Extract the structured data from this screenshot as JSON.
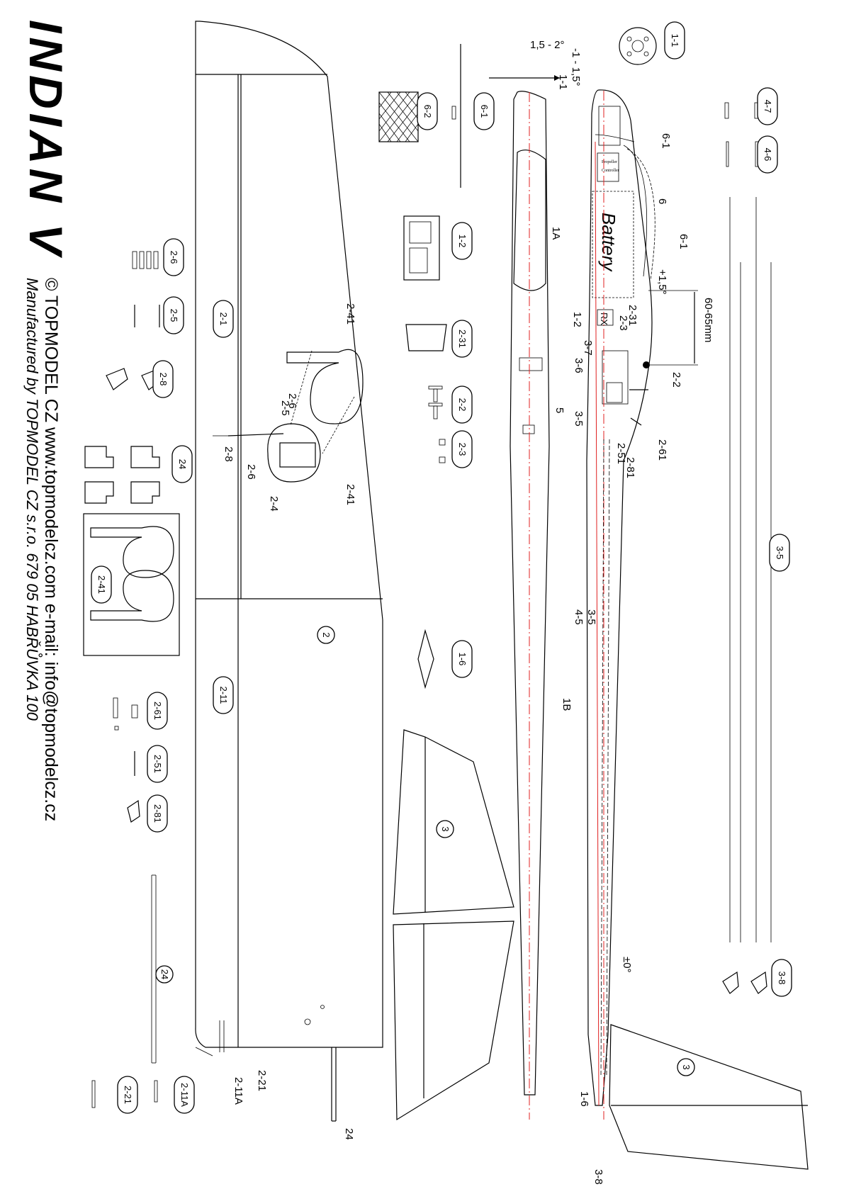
{
  "title": "INDIAN V",
  "footer": {
    "line1": "© TOPMODEL CZ www.topmodelcz.com e-mail: info@topmodelcz.cz",
    "line2": "Manufactured by TOPMODEL CZ s.r.o. 679 05 HABŘŮVKA 100"
  },
  "colors": {
    "ink": "#000000",
    "centerline": "#e02020"
  },
  "parts": [
    "1-1",
    "6-2",
    "6-1",
    "1-2",
    "2-6",
    "2-5",
    "2-1",
    "2-8",
    "2-31",
    "2-2",
    "2-3",
    "24",
    "2-41",
    "2",
    "1-6",
    "2-11",
    "2-61",
    "2-51",
    "2-81",
    "3",
    "2-21",
    "2-11A",
    "4-7",
    "4-6",
    "3-5",
    "3-8"
  ],
  "callouts": {
    "angle_top": "1,5 - 2°",
    "wing_incidence": "-1 - 1,5°",
    "stab_incidence": "+1,5°",
    "tail_incidence": "±0°",
    "cg_range": "60-65mm",
    "battery": "Battery",
    "rx": "RX",
    "c_1_1": "1-1",
    "c_6_1a": "6-1",
    "c_6": "6",
    "c_6_1b": "6-1",
    "c_1A": "1A",
    "c_1_2": "1-2",
    "c_2_31": "2-31",
    "c_2_3": "2-3",
    "c_3_7": "3-7",
    "c_3_6": "3-6",
    "c_5": "5",
    "c_3_5a": "3-5",
    "c_2_2": "2-2",
    "c_2_51": "2-51",
    "c_2_61": "2-61",
    "c_2_81": "2-81",
    "c_3_5b": "3-5",
    "c_4_5": "4-5",
    "c_1B": "1B",
    "c_1_6": "1-6",
    "c_3_8": "3-8",
    "c_2_41a": "2-41",
    "c_2_6a": "2-6",
    "c_2_5": "2-5",
    "c_2_8": "2-8",
    "c_2_6b": "2-6",
    "c_2_4": "2-4",
    "c_2_41b": "2-41",
    "c_2_21": "2-21",
    "c_2_11A": "2-11A",
    "c_24": "24"
  }
}
